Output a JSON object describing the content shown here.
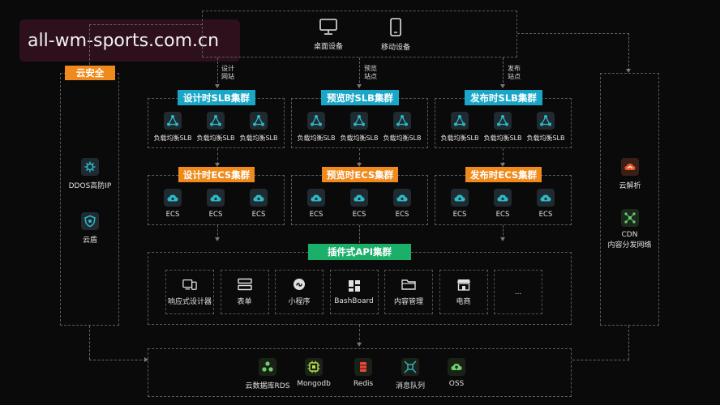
{
  "watermark": "all-wm-sports.com.cn",
  "devices": [
    {
      "label": "桌面设备",
      "icon": "monitor-icon"
    },
    {
      "label": "移动设备",
      "icon": "mobile-icon"
    }
  ],
  "sites": [
    {
      "line1": "设计",
      "line2": "网站"
    },
    {
      "line1": "预览",
      "line2": "站点"
    },
    {
      "line1": "发布",
      "line2": "站点"
    }
  ],
  "slb_clusters": [
    {
      "title": "设计时SLB集群",
      "items": [
        "负载均衡SLB",
        "负载均衡SLB",
        "负载均衡SLB"
      ]
    },
    {
      "title": "预览时SLB集群",
      "items": [
        "负载均衡SLB",
        "负载均衡SLB",
        "负载均衡SLB"
      ]
    },
    {
      "title": "发布时SLB集群",
      "items": [
        "负载均衡SLB",
        "负载均衡SLB",
        "负载均衡SLB"
      ]
    }
  ],
  "ecs_clusters": [
    {
      "title": "设计时ECS集群",
      "items": [
        "ECS",
        "ECS",
        "ECS"
      ]
    },
    {
      "title": "预览时ECS集群",
      "items": [
        "ECS",
        "ECS",
        "ECS"
      ]
    },
    {
      "title": "发布时ECS集群",
      "items": [
        "ECS",
        "ECS",
        "ECS"
      ]
    }
  ],
  "api_cluster": {
    "title": "插件式API集群",
    "plugins": [
      {
        "label": "响应式设计器",
        "icon": "responsive-design-icon"
      },
      {
        "label": "表单",
        "icon": "form-icon"
      },
      {
        "label": "小程序",
        "icon": "mini-program-icon"
      },
      {
        "label": "BashBoard",
        "icon": "dashboard-icon"
      },
      {
        "label": "内容管理",
        "icon": "folder-icon"
      },
      {
        "label": "电商",
        "icon": "shop-icon"
      },
      {
        "label": "...",
        "icon": ""
      }
    ]
  },
  "security": {
    "title": "云安全",
    "items": [
      {
        "label": "DDOS高防IP",
        "icon": "ddos-shield-icon"
      },
      {
        "label": "云盾",
        "icon": "cloud-shield-icon"
      }
    ]
  },
  "right_panel": {
    "items": [
      {
        "label": "云解析",
        "icon": "cloud-dns-icon"
      },
      {
        "label": "CDN",
        "label2": "内容分发网络",
        "icon": "cdn-icon"
      }
    ]
  },
  "storage": [
    {
      "label": "云数据库RDS",
      "icon": "rds-icon"
    },
    {
      "label": "Mongodb",
      "icon": "mongodb-icon"
    },
    {
      "label": "Redis",
      "icon": "redis-icon"
    },
    {
      "label": "消息队列",
      "icon": "queue-icon"
    },
    {
      "label": "OSS",
      "icon": "oss-icon"
    }
  ],
  "colors": {
    "blue": "#1aa7c7",
    "orange": "#f08a1c",
    "green": "#1bb06a",
    "icon_teal": "#2fb8c8"
  }
}
